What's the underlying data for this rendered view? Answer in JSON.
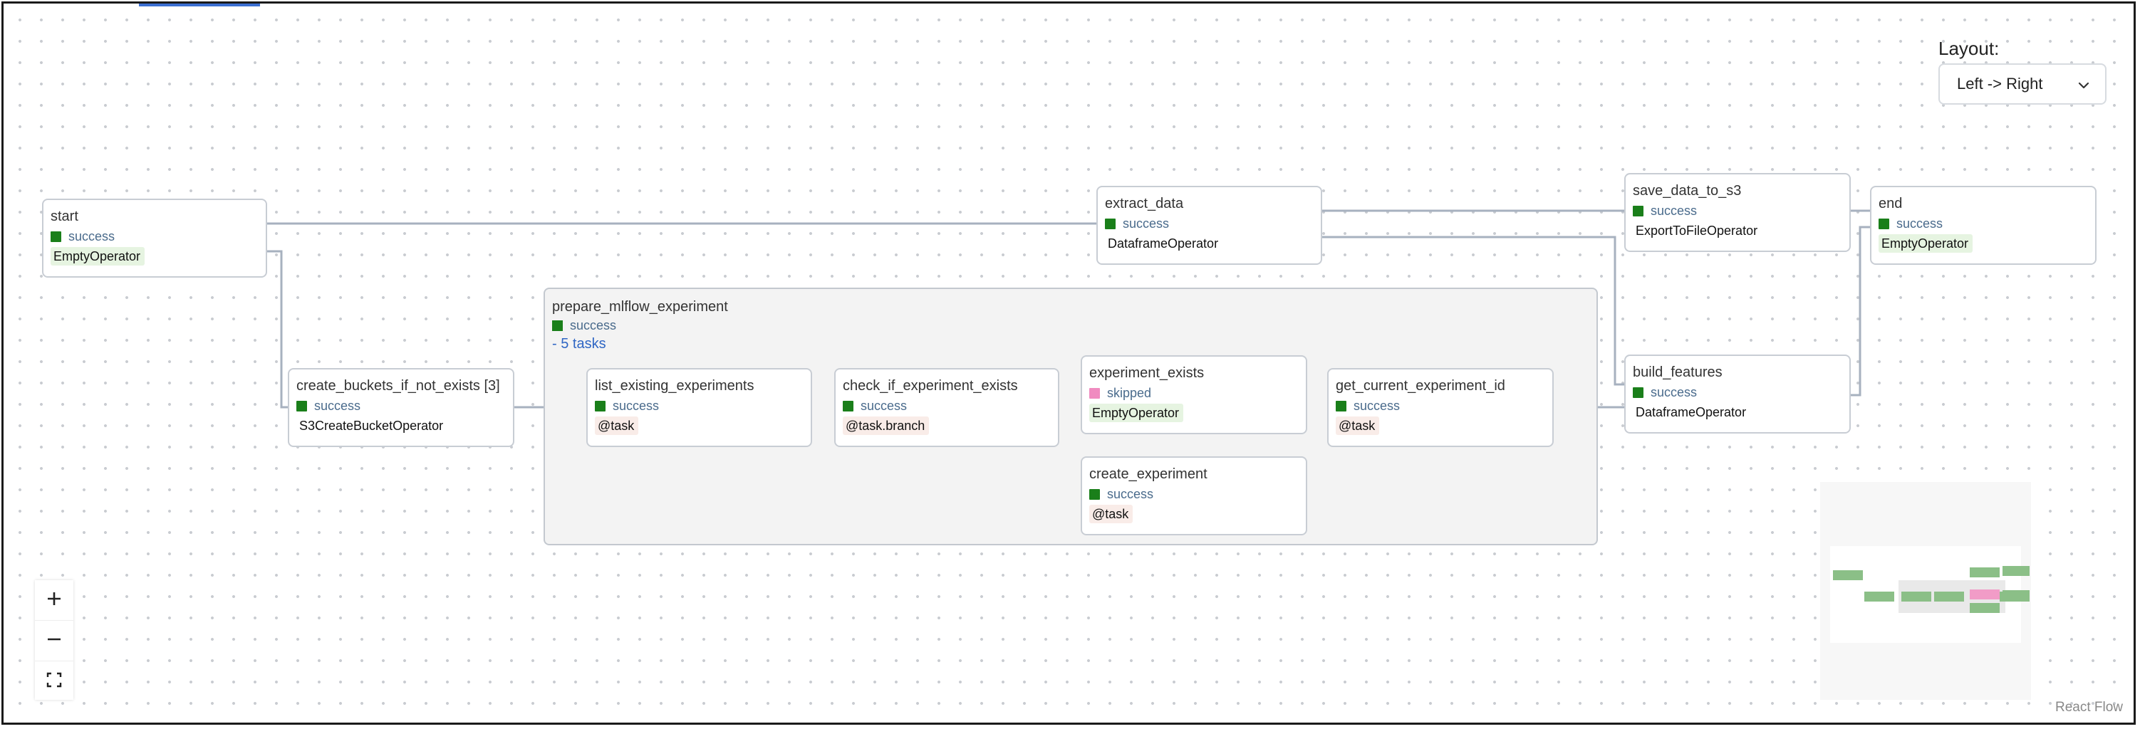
{
  "layout": {
    "label": "Layout:",
    "value": "Left -> Right"
  },
  "nodes": {
    "start": {
      "label": "start",
      "status": "success",
      "operator": "EmptyOperator"
    },
    "create_buckets": {
      "label": "create_buckets_if_not_exists [3]",
      "status": "success",
      "operator": "S3CreateBucketOperator"
    },
    "extract_data": {
      "label": "extract_data",
      "status": "success",
      "operator": "DataframeOperator"
    },
    "save_data_to_s3": {
      "label": "save_data_to_s3",
      "status": "success",
      "operator": "ExportToFileOperator"
    },
    "end": {
      "label": "end",
      "status": "success",
      "operator": "EmptyOperator"
    },
    "build_features": {
      "label": "build_features",
      "status": "success",
      "operator": "DataframeOperator"
    },
    "list_existing_experiments": {
      "label": "list_existing_experiments",
      "status": "success",
      "operator": "@task"
    },
    "check_if_experiment_exists": {
      "label": "check_if_experiment_exists",
      "status": "success",
      "operator": "@task.branch"
    },
    "experiment_exists": {
      "label": "experiment_exists",
      "status": "skipped",
      "operator": "EmptyOperator"
    },
    "create_experiment": {
      "label": "create_experiment",
      "status": "success",
      "operator": "@task"
    },
    "get_current_experiment_id": {
      "label": "get_current_experiment_id",
      "status": "success",
      "operator": "@task"
    }
  },
  "group": {
    "label": "prepare_mlflow_experiment",
    "status": "success",
    "tasks": "- 5 tasks"
  },
  "controls": {
    "zoom_in": "plus-icon",
    "zoom_out": "minus-icon",
    "fit_view": "fit-view-icon"
  },
  "attribution": "React Flow",
  "colors": {
    "success": "#1a7f1a",
    "skipped": "#f08bc0",
    "edge": "#a7b1bf",
    "group_link": "#2f66c4"
  }
}
